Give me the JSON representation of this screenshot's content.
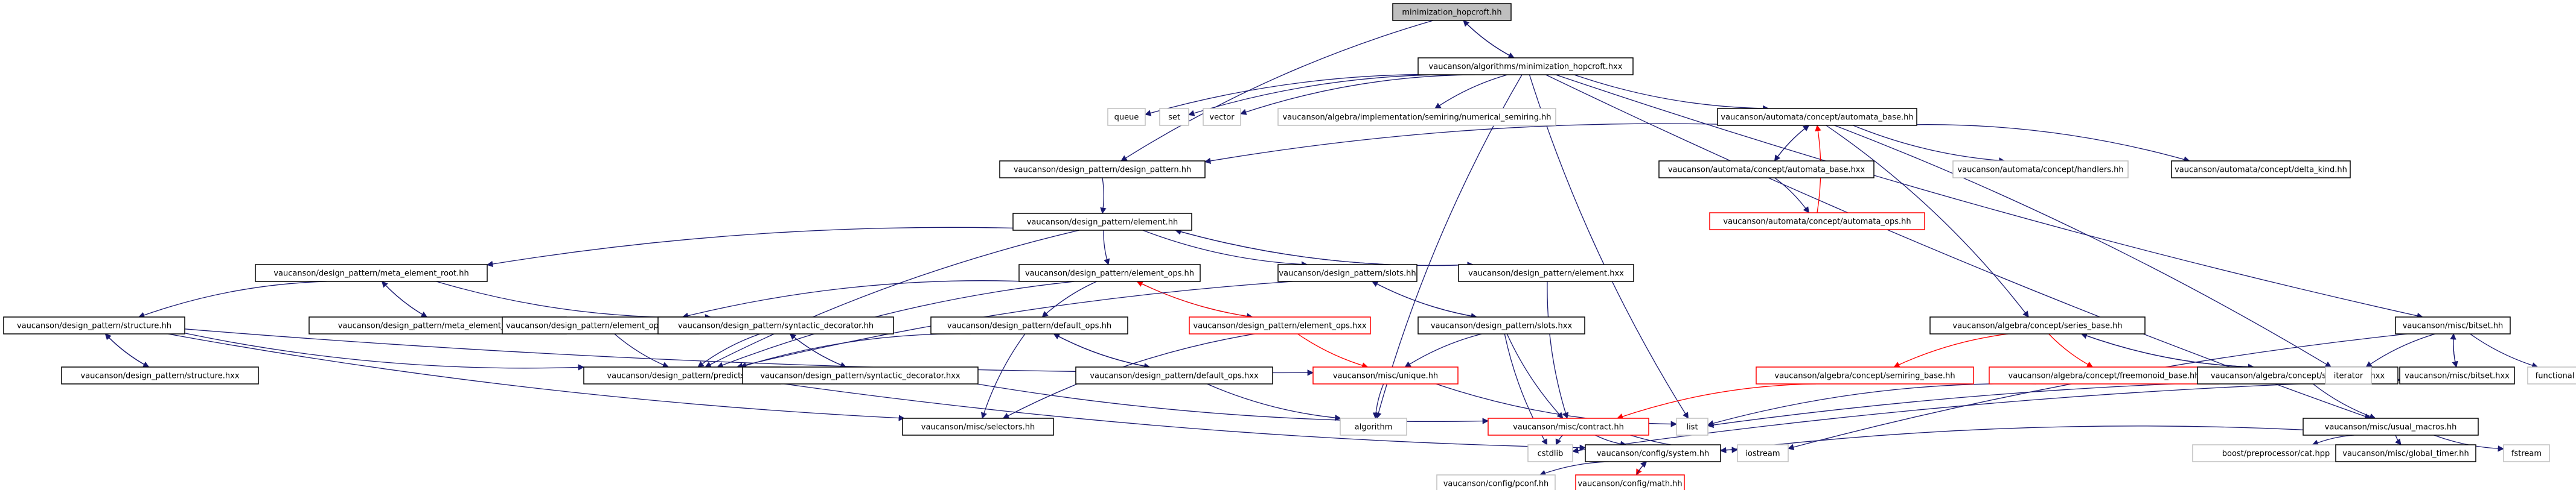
{
  "diagram": {
    "type": "include-dependency-graph",
    "colors": {
      "background": "#ffffff",
      "node_text": "#000000",
      "node_border_default": "#000000",
      "node_border_undocumented": "#ff0000",
      "node_border_external": "#bfbfbf",
      "root_fill": "#bfbfbf",
      "edge_default": "#191970",
      "edge_back": "#ff0000"
    },
    "nodes": [
      {
        "id": "n0",
        "label": "minimization_hopcroft.hh",
        "style": "root"
      },
      {
        "id": "n1",
        "label": "vaucanson/algorithms/minimization_hopcroft.hxx",
        "style": "normal"
      },
      {
        "id": "n2",
        "label": "queue",
        "style": "external"
      },
      {
        "id": "n3",
        "label": "set",
        "style": "external"
      },
      {
        "id": "n4",
        "label": "vector",
        "style": "external"
      },
      {
        "id": "n5",
        "label": "vaucanson/algebra/implementation/semiring/numerical_semiring.hh",
        "style": "external"
      },
      {
        "id": "n6",
        "label": "vaucanson/automata/concept/automata_base.hh",
        "style": "normal"
      },
      {
        "id": "n7",
        "label": "vaucanson/design_pattern/design_pattern.hh",
        "style": "normal"
      },
      {
        "id": "n8",
        "label": "vaucanson/automata/concept/automata_base.hxx",
        "style": "normal"
      },
      {
        "id": "n9",
        "label": "vaucanson/automata/concept/handlers.hh",
        "style": "external"
      },
      {
        "id": "n10",
        "label": "vaucanson/automata/concept/delta_kind.hh",
        "style": "normal"
      },
      {
        "id": "n11",
        "label": "vaucanson/automata/concept/automata_ops.hh",
        "style": "undocumented"
      },
      {
        "id": "n12",
        "label": "vaucanson/design_pattern/element.hh",
        "style": "normal"
      },
      {
        "id": "n13",
        "label": "vaucanson/design_pattern/meta_element_root.hh",
        "style": "normal"
      },
      {
        "id": "n14",
        "label": "vaucanson/design_pattern/element_ops.hh",
        "style": "normal"
      },
      {
        "id": "n15",
        "label": "vaucanson/design_pattern/slots.hh",
        "style": "normal"
      },
      {
        "id": "n16",
        "label": "vaucanson/design_pattern/element.hxx",
        "style": "normal"
      },
      {
        "id": "n17",
        "label": "vaucanson/design_pattern/meta_element_root.hxx",
        "style": "normal"
      },
      {
        "id": "n18",
        "label": "vaucanson/design_pattern/structure.hh",
        "style": "normal"
      },
      {
        "id": "n19",
        "label": "vaucanson/design_pattern/element_op_traits.hh",
        "style": "normal"
      },
      {
        "id": "n20",
        "label": "vaucanson/design_pattern/syntactic_decorator.hh",
        "style": "normal"
      },
      {
        "id": "n21",
        "label": "vaucanson/design_pattern/default_ops.hh",
        "style": "normal"
      },
      {
        "id": "n22",
        "label": "vaucanson/design_pattern/element_ops.hxx",
        "style": "undocumented"
      },
      {
        "id": "n23",
        "label": "vaucanson/design_pattern/slots.hxx",
        "style": "normal"
      },
      {
        "id": "n24",
        "label": "vaucanson/algebra/concept/series_base.hh",
        "style": "normal"
      },
      {
        "id": "n25",
        "label": "vaucanson/misc/bitset.hh",
        "style": "normal"
      },
      {
        "id": "n26",
        "label": "vaucanson/design_pattern/structure.hxx",
        "style": "normal"
      },
      {
        "id": "n27",
        "label": "vaucanson/design_pattern/predicts.hh",
        "style": "normal"
      },
      {
        "id": "n28",
        "label": "vaucanson/design_pattern/syntactic_decorator.hxx",
        "style": "normal"
      },
      {
        "id": "n29",
        "label": "vaucanson/design_pattern/default_ops.hxx",
        "style": "normal"
      },
      {
        "id": "n30",
        "label": "vaucanson/misc/unique.hh",
        "style": "undocumented"
      },
      {
        "id": "n31",
        "label": "vaucanson/algebra/concept/semiring_base.hh",
        "style": "undocumented"
      },
      {
        "id": "n32",
        "label": "vaucanson/algebra/concept/freemonoid_base.hh",
        "style": "undocumented"
      },
      {
        "id": "n33",
        "label": "vaucanson/algebra/concept/series_base.hxx",
        "style": "normal"
      },
      {
        "id": "n34",
        "label": "iterator",
        "style": "external"
      },
      {
        "id": "n35",
        "label": "vaucanson/misc/bitset.hxx",
        "style": "normal"
      },
      {
        "id": "n36",
        "label": "functional",
        "style": "external"
      },
      {
        "id": "n37",
        "label": "vaucanson/misc/selectors.hh",
        "style": "normal"
      },
      {
        "id": "n38",
        "label": "vaucanson/misc/contract.hh",
        "style": "undocumented"
      },
      {
        "id": "n39",
        "label": "list",
        "style": "external"
      },
      {
        "id": "n40",
        "label": "algorithm",
        "style": "external"
      },
      {
        "id": "n41",
        "label": "vaucanson/misc/usual_macros.hh",
        "style": "normal"
      },
      {
        "id": "n42",
        "label": "cstdlib",
        "style": "external"
      },
      {
        "id": "n43",
        "label": "vaucanson/config/system.hh",
        "style": "normal"
      },
      {
        "id": "n44",
        "label": "iostream",
        "style": "external"
      },
      {
        "id": "n45",
        "label": "boost/preprocessor/cat.hpp",
        "style": "external"
      },
      {
        "id": "n46",
        "label": "vaucanson/misc/global_timer.hh",
        "style": "normal"
      },
      {
        "id": "n47",
        "label": "fstream",
        "style": "external"
      },
      {
        "id": "n48",
        "label": "vaucanson/config/pconf.hh",
        "style": "external"
      },
      {
        "id": "n49",
        "label": "vaucanson/config/math.hh",
        "style": "undocumented"
      }
    ],
    "edges": [
      [
        "n0",
        "n1",
        "normal"
      ],
      [
        "n0",
        "n7",
        "normal"
      ],
      [
        "n1",
        "n0",
        "normal"
      ],
      [
        "n1",
        "n2",
        "normal"
      ],
      [
        "n1",
        "n3",
        "normal"
      ],
      [
        "n1",
        "n4",
        "normal"
      ],
      [
        "n1",
        "n5",
        "normal"
      ],
      [
        "n1",
        "n6",
        "normal"
      ],
      [
        "n1",
        "n25",
        "normal"
      ],
      [
        "n1",
        "n41",
        "normal"
      ],
      [
        "n1",
        "n39",
        "normal"
      ],
      [
        "n1",
        "n40",
        "normal"
      ],
      [
        "n6",
        "n7",
        "normal"
      ],
      [
        "n6",
        "n8",
        "normal"
      ],
      [
        "n6",
        "n9",
        "normal"
      ],
      [
        "n6",
        "n10",
        "normal"
      ],
      [
        "n6",
        "n24",
        "normal"
      ],
      [
        "n6",
        "n34",
        "normal"
      ],
      [
        "n8",
        "n6",
        "normal"
      ],
      [
        "n8",
        "n11",
        "normal"
      ],
      [
        "n11",
        "n6",
        "back"
      ],
      [
        "n7",
        "n12",
        "normal"
      ],
      [
        "n12",
        "n13",
        "normal"
      ],
      [
        "n12",
        "n14",
        "normal"
      ],
      [
        "n12",
        "n15",
        "normal"
      ],
      [
        "n12",
        "n16",
        "normal"
      ],
      [
        "n12",
        "n27",
        "normal"
      ],
      [
        "n16",
        "n12",
        "normal"
      ],
      [
        "n16",
        "n38",
        "normal"
      ],
      [
        "n13",
        "n17",
        "normal"
      ],
      [
        "n13",
        "n18",
        "normal"
      ],
      [
        "n13",
        "n20",
        "normal"
      ],
      [
        "n17",
        "n13",
        "normal"
      ],
      [
        "n18",
        "n26",
        "normal"
      ],
      [
        "n18",
        "n27",
        "normal"
      ],
      [
        "n18",
        "n37",
        "normal"
      ],
      [
        "n18",
        "n30",
        "normal"
      ],
      [
        "n26",
        "n18",
        "normal"
      ],
      [
        "n14",
        "n19",
        "normal"
      ],
      [
        "n14",
        "n21",
        "normal"
      ],
      [
        "n14",
        "n22",
        "normal"
      ],
      [
        "n14",
        "n27",
        "normal"
      ],
      [
        "n22",
        "n14",
        "back"
      ],
      [
        "n22",
        "n37",
        "normal"
      ],
      [
        "n22",
        "n30",
        "back"
      ],
      [
        "n15",
        "n23",
        "normal"
      ],
      [
        "n15",
        "n27",
        "normal"
      ],
      [
        "n23",
        "n15",
        "normal"
      ],
      [
        "n23",
        "n30",
        "normal"
      ],
      [
        "n23",
        "n38",
        "normal"
      ],
      [
        "n23",
        "n42",
        "normal"
      ],
      [
        "n19",
        "n27",
        "normal"
      ],
      [
        "n20",
        "n27",
        "normal"
      ],
      [
        "n20",
        "n28",
        "normal"
      ],
      [
        "n28",
        "n20",
        "normal"
      ],
      [
        "n28",
        "n38",
        "normal"
      ],
      [
        "n21",
        "n29",
        "normal"
      ],
      [
        "n21",
        "n37",
        "normal"
      ],
      [
        "n21",
        "n27",
        "normal"
      ],
      [
        "n29",
        "n21",
        "normal"
      ],
      [
        "n29",
        "n40",
        "normal"
      ],
      [
        "n27",
        "n43",
        "normal"
      ],
      [
        "n30",
        "n39",
        "normal"
      ],
      [
        "n30",
        "n40",
        "normal"
      ],
      [
        "n24",
        "n31",
        "back"
      ],
      [
        "n24",
        "n32",
        "back"
      ],
      [
        "n24",
        "n33",
        "normal"
      ],
      [
        "n33",
        "n24",
        "normal"
      ],
      [
        "n33",
        "n41",
        "normal"
      ],
      [
        "n31",
        "n38",
        "back"
      ],
      [
        "n32",
        "n39",
        "normal"
      ],
      [
        "n25",
        "n34",
        "normal"
      ],
      [
        "n25",
        "n35",
        "normal"
      ],
      [
        "n25",
        "n36",
        "normal"
      ],
      [
        "n25",
        "n44",
        "normal"
      ],
      [
        "n35",
        "n25",
        "normal"
      ],
      [
        "n35",
        "n42",
        "normal"
      ],
      [
        "n35",
        "n39",
        "normal"
      ],
      [
        "n38",
        "n42",
        "normal"
      ],
      [
        "n38",
        "n43",
        "normal"
      ],
      [
        "n38",
        "n44",
        "normal"
      ],
      [
        "n41",
        "n45",
        "normal"
      ],
      [
        "n41",
        "n46",
        "normal"
      ],
      [
        "n41",
        "n47",
        "normal"
      ],
      [
        "n41",
        "n43",
        "normal"
      ],
      [
        "n43",
        "n48",
        "normal"
      ],
      [
        "n43",
        "n49",
        "back"
      ],
      [
        "n49",
        "n43",
        "normal"
      ]
    ]
  }
}
